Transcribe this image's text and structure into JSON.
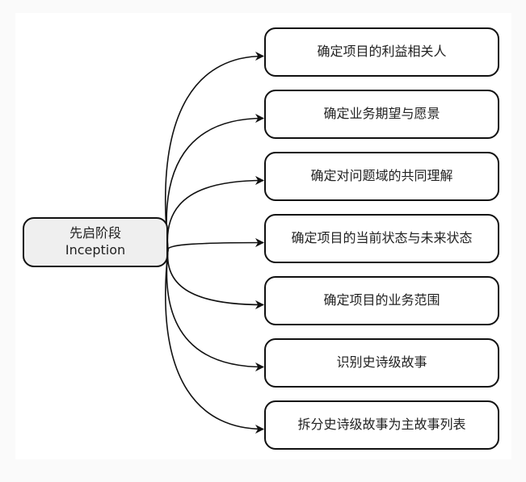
{
  "diagram": {
    "type": "mind-map",
    "root": {
      "title": "先启阶段",
      "subtitle": "Inception"
    },
    "children": [
      {
        "label": "确定项目的利益相关人"
      },
      {
        "label": "确定业务期望与愿景"
      },
      {
        "label": "确定对问题域的共同理解"
      },
      {
        "label": "确定项目的当前状态与未来状态"
      },
      {
        "label": "确定项目的业务范围"
      },
      {
        "label": "识别史诗级故事"
      },
      {
        "label": "拆分史诗级故事为主故事列表"
      }
    ],
    "colors": {
      "background": "#fafafa",
      "canvas": "#ffffff",
      "root_fill": "#efefef",
      "node_fill": "#ffffff",
      "stroke": "#111111",
      "text": "#222222"
    }
  }
}
